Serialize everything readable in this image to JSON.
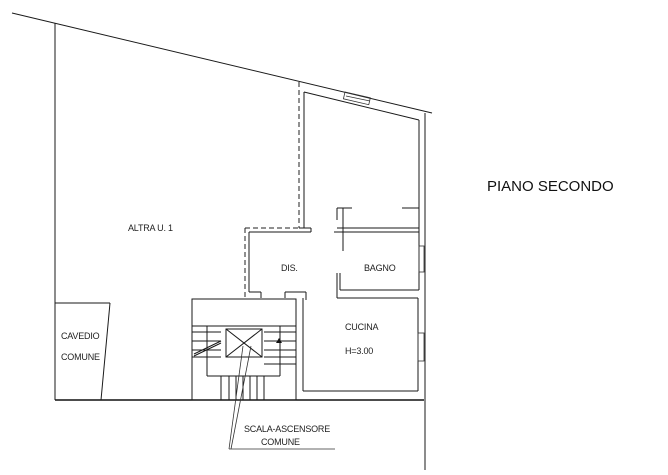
{
  "plan": {
    "title": "PIANO SECONDO",
    "rooms": {
      "altra": "ALTRA U. 1",
      "dis": "DIS.",
      "bagno": "BAGNO",
      "cucina": "CUCINA",
      "cucina_height": "H=3.00",
      "cavedio_line1": "CAVEDIO",
      "cavedio_line2": "COMUNE",
      "scala_line1": "SCALA-ASCENSORE",
      "scala_line2": "COMUNE"
    }
  }
}
